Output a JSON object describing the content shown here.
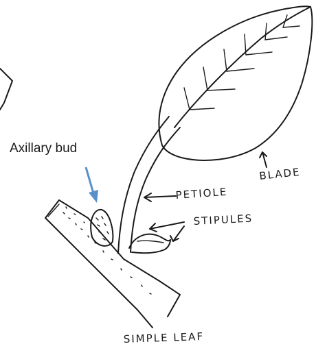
{
  "labels": {
    "axillary_bud": "Axillary bud",
    "petiole": "PETIOLE",
    "stipules": "STIPULES",
    "blade": "BLADE",
    "title": "SIMPLE LEAF"
  },
  "colors": {
    "ink": "#1a1a1a",
    "pointer_arrow": "#5b8fc9",
    "background": "#ffffff"
  }
}
